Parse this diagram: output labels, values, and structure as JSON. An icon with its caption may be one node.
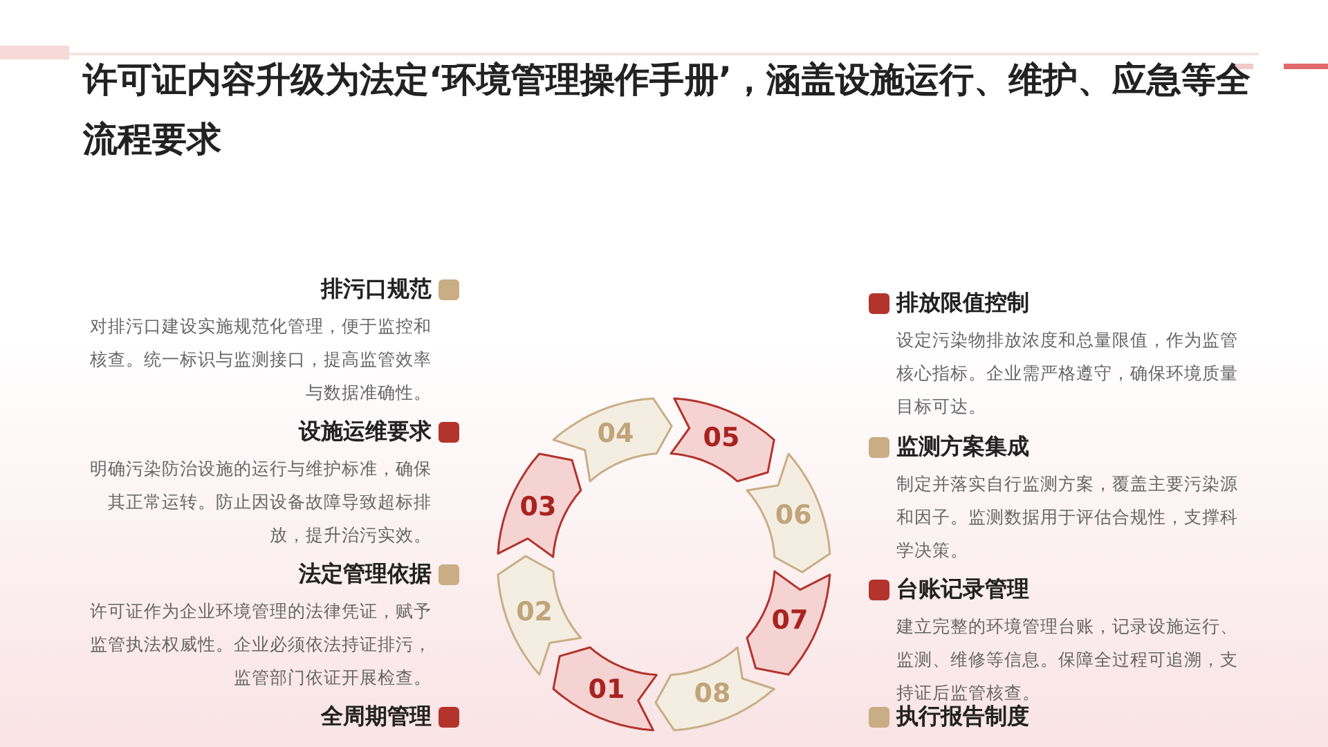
{
  "diagram": {
    "title": "许可证内容升级为法定‘环境管理操作手册’，涵盖设施运行、维护、应急等全流程要求",
    "nodes": [
      {
        "text": [
          "排污口规范",
          "对排污口建设实施规范化管理，便于监控和核查。统一标识与监测接口，提高监管效率与数据准确性。"
        ]
      },
      {
        "text": [
          "设施运维要求",
          "明确污染防治设施的运行与维护标准，确保其正常运转。防止因设备故障导致超标排放，提升治污实效。"
        ]
      },
      {
        "text": [
          "法定管理依据",
          "许可证作为企业环境管理的法律凭证，赋予监管执法权威性。企业必须依法持证排污，监管部门依证开展检查。"
        ]
      },
      {
        "text": [
          "全周期管理"
        ]
      },
      {
        "text": [
          "01"
        ]
      },
      {
        "text": [
          "02"
        ]
      },
      {
        "text": [
          "03"
        ]
      },
      {
        "text": [
          "04"
        ]
      },
      {
        "text": [
          "05"
        ]
      },
      {
        "text": [
          "06"
        ]
      },
      {
        "text": [
          "07"
        ]
      },
      {
        "text": [
          "08"
        ]
      },
      {
        "text": [
          "排放限值控制",
          "设定污染物排放浓度和总量限值，作为监管核心指标。企业需严格遵守，确保环境质量目标可达。"
        ]
      },
      {
        "text": [
          "监测方案集成",
          "制定并落实自行监测方案，覆盖主要污染源和因子。监测数据用于评估合规性，支撑科学决策。"
        ]
      },
      {
        "text": [
          "台账记录管理",
          "建立完整的环境管理台账，记录设施运行、监测、维修等信息。保障全过程可追溯，支持证后监管核查。"
        ]
      },
      {
        "text": [
          "执行报告制度"
        ]
      }
    ]
  }
}
